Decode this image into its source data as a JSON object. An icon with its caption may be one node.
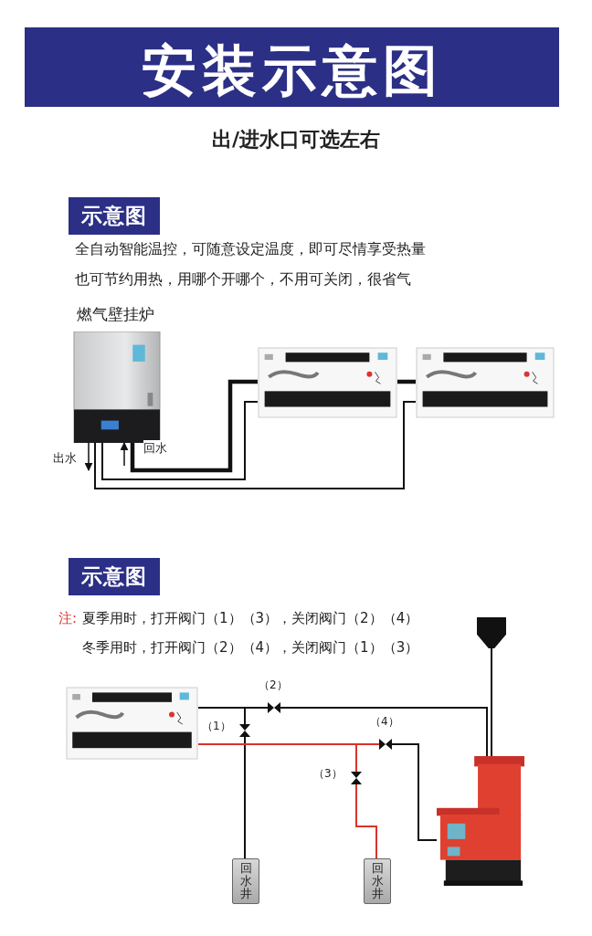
{
  "diagram": {
    "title": "安装示意图",
    "nodes": [
      {
        "text": [
          "燃气壁挂炉"
        ]
      },
      {
        "text": [],
        "shape": "picture"
      },
      {
        "text": [],
        "shape": "picture"
      },
      {
        "text": [],
        "shape": "picture"
      },
      {
        "text": [],
        "shape": "valve",
        "beside": [
          "（1）"
        ]
      },
      {
        "text": [],
        "shape": "valve",
        "beside": [
          "（2）"
        ]
      },
      {
        "text": [],
        "shape": "valve",
        "beside": [
          "（3）"
        ]
      },
      {
        "text": [],
        "shape": "valve",
        "beside": [
          "（4）"
        ]
      },
      {
        "text": [
          "回水井"
        ]
      },
      {
        "text": [
          "回水井"
        ]
      },
      {
        "text": [],
        "shape": "funnel"
      },
      {
        "text": [],
        "shape": "picture"
      }
    ],
    "edges": [
      {
        "from": 0,
        "to": 1,
        "arrow": "none",
        "style": "thick"
      },
      {
        "from": 1,
        "to": 2,
        "arrow": "none",
        "style": "thick"
      },
      {
        "from": 0,
        "to": 1,
        "arrow": "none"
      },
      {
        "from": 0,
        "to": 2,
        "arrow": "none"
      },
      {
        "from": 3,
        "to": 5,
        "arrow": "none"
      },
      {
        "from": 5,
        "to": 11,
        "arrow": "none"
      },
      {
        "from": 10,
        "to": 11,
        "arrow": "none"
      },
      {
        "from": 3,
        "to": 4,
        "arrow": "none"
      },
      {
        "from": 4,
        "to": 8,
        "arrow": "none"
      },
      {
        "from": 3,
        "to": 7,
        "arrow": "none",
        "color": "#d9342b"
      },
      {
        "from": 7,
        "to": 11,
        "arrow": "none"
      },
      {
        "from": 3,
        "to": 6,
        "arrow": "none",
        "color": "#d9342b"
      },
      {
        "from": 6,
        "to": 9,
        "arrow": "none",
        "color": "#d9342b"
      },
      {
        "from": 0,
        "to": null,
        "arrow": "to",
        "label": "出水"
      },
      {
        "from": null,
        "to": 0,
        "arrow": "to",
        "label": "回水"
      }
    ],
    "labels": [
      "出/进水口可选左右",
      "示意图",
      "全自动智能温控，可随意设定温度，即可尽情享受热量",
      "也可节约用热，用哪个开哪个，不用可关闭，很省气",
      "示意图",
      "注:",
      "夏季用时，打开阀门（1）（3），关闭阀门（2）（4）",
      "冬季用时，打开阀门（2）（4），关闭阀门（1）（3）"
    ]
  }
}
